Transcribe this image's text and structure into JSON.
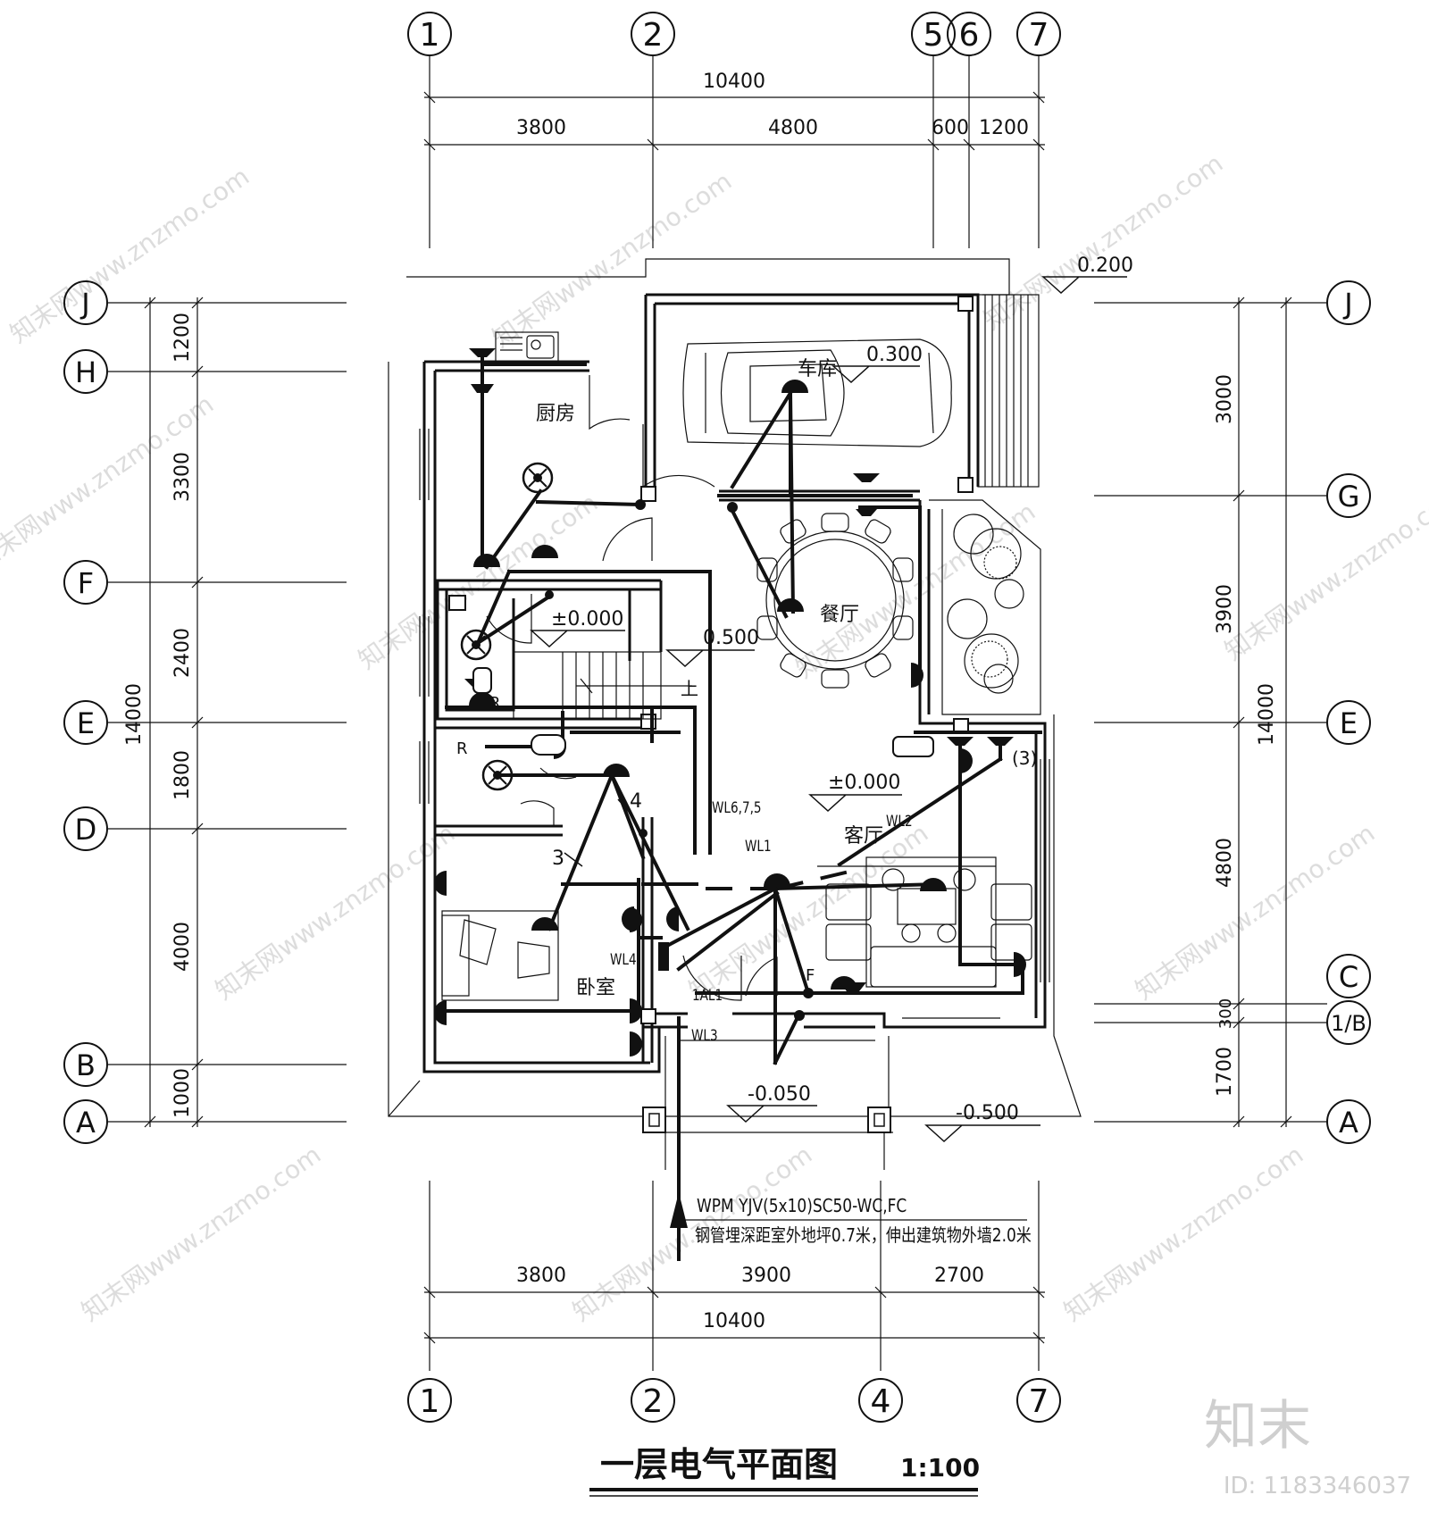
{
  "drawing": {
    "title": "一层电气平面图",
    "scale": "1:100"
  },
  "axes": {
    "top": [
      "1",
      "2",
      "5",
      "6",
      "7"
    ],
    "bottom": [
      "1",
      "2",
      "4",
      "7"
    ],
    "left": [
      "J",
      "H",
      "F",
      "E",
      "D",
      "B",
      "A"
    ],
    "right": [
      "J",
      "G",
      "E",
      "C",
      "1/B",
      "A"
    ]
  },
  "dimensions": {
    "top_total": "10400",
    "top_segments": [
      "3800",
      "4800",
      "600",
      "1200"
    ],
    "bottom_segments": [
      "3800",
      "3900",
      "2700"
    ],
    "bottom_total": "10400",
    "left_total": "14000",
    "left_segments": [
      "1200",
      "3300",
      "2400",
      "1800",
      "4000",
      "1000"
    ],
    "right_total": "14000",
    "right_segments": [
      "3000",
      "3900",
      "4800",
      "300",
      "1700"
    ]
  },
  "rooms": {
    "kitchen": "厨房",
    "garage": "车库",
    "dining": "餐厅",
    "living": "客厅",
    "bedroom": "卧室"
  },
  "levels": {
    "entrance_step": "0.200",
    "garage": "0.300",
    "bath": "±0.000",
    "stair": "0.500",
    "living": "±0.000",
    "porch": "-0.050",
    "outdoor": "-0.500"
  },
  "circuits": {
    "wl675": "WL6,7,5",
    "wl1": "WL1",
    "wl2": "WL2",
    "wl3": "WL3",
    "wl4": "WL4",
    "panel": "1AL1",
    "n3": "3",
    "n4": "4",
    "n3b": "(3)",
    "f": "F",
    "r1": "R",
    "r2": "R",
    "up": "上"
  },
  "notes": {
    "feeder": "WPM   YJV(5x10)SC50-WC,FC",
    "burial": "钢管埋深距室外地坪0.7米，伸出建筑物外墙2.0米"
  },
  "watermark": {
    "site": "知末网www.znzmo.com",
    "brand": "知末",
    "id": "ID: 1183346037"
  }
}
